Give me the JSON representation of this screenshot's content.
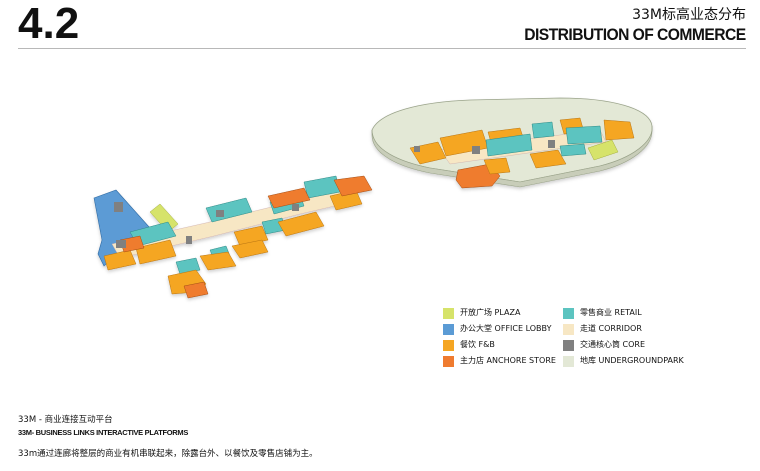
{
  "header": {
    "section_number": "4.2",
    "title_cn": "33M标高业态分布",
    "title_en": "DISTRIBUTION OF COMMERCE"
  },
  "colors": {
    "plaza": "#d6e36a",
    "office_lobby": "#5b9bd5",
    "fnb": "#f5a623",
    "anchor_store": "#ef7b2f",
    "retail": "#5cc4c0",
    "corridor": "#f7e7c4",
    "core": "#808080",
    "underground_park": "#e3e8d6"
  },
  "legend": {
    "items": [
      {
        "label": "开放广场 PLAZA",
        "color": "#d6e36a"
      },
      {
        "label": "办公大堂 OFFICE LOBBY",
        "color": "#5b9bd5"
      },
      {
        "label": "餐饮 F&B",
        "color": "#f5a623"
      },
      {
        "label": "主力店 ANCHORE  STORE",
        "color": "#ef7b2f"
      },
      {
        "label": "零售商业 RETAIL",
        "color": "#5cc4c0"
      },
      {
        "label": "走道 CORRIDOR",
        "color": "#f7e7c4"
      },
      {
        "label": "交通核心筒 CORE",
        "color": "#808080"
      },
      {
        "label": "地库 UNDERGROUNDPARK",
        "color": "#e3e8d6"
      }
    ]
  },
  "footer": {
    "title_cn": "33M - 商业连接互动平台",
    "title_en": "33M- BUSINESS LINKS INTERACTIVE PLATFORMS",
    "description": "33m通过连廊将整层的商业有机串联起来，除露台外、以餐饮及零售店铺为主。"
  }
}
